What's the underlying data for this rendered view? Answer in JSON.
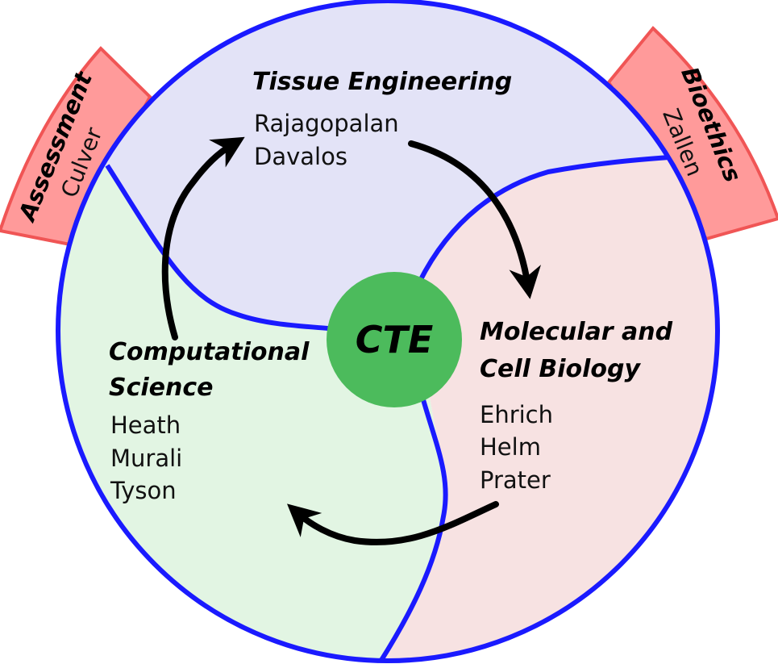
{
  "center": {
    "label": "CTE"
  },
  "sectors": {
    "tissue": {
      "title": "Tissue Engineering",
      "members": [
        "Rajagopalan",
        "Davalos"
      ]
    },
    "molecular": {
      "title_lines": [
        "Molecular and",
        "Cell Biology"
      ],
      "members": [
        "Ehrich",
        "Helm",
        "Prater"
      ]
    },
    "computational": {
      "title_lines": [
        "Computational",
        "Science"
      ],
      "members": [
        "Heath",
        "Murali",
        "Tyson"
      ]
    }
  },
  "tabs": {
    "assessment": {
      "title": "Assessment",
      "name": "Culver"
    },
    "bioethics": {
      "title": "Bioethics",
      "name": "Zallen"
    }
  },
  "colors": {
    "ring": "#1a1aff",
    "tissue_fill": "#e3e3f7",
    "molecular_fill": "#f7e2e2",
    "computational_fill": "#e2f5e3",
    "center_fill": "#4cbb5c",
    "tab_fill": "#ff9a9a",
    "tab_stroke": "#f05555",
    "arrow": "#000000"
  }
}
